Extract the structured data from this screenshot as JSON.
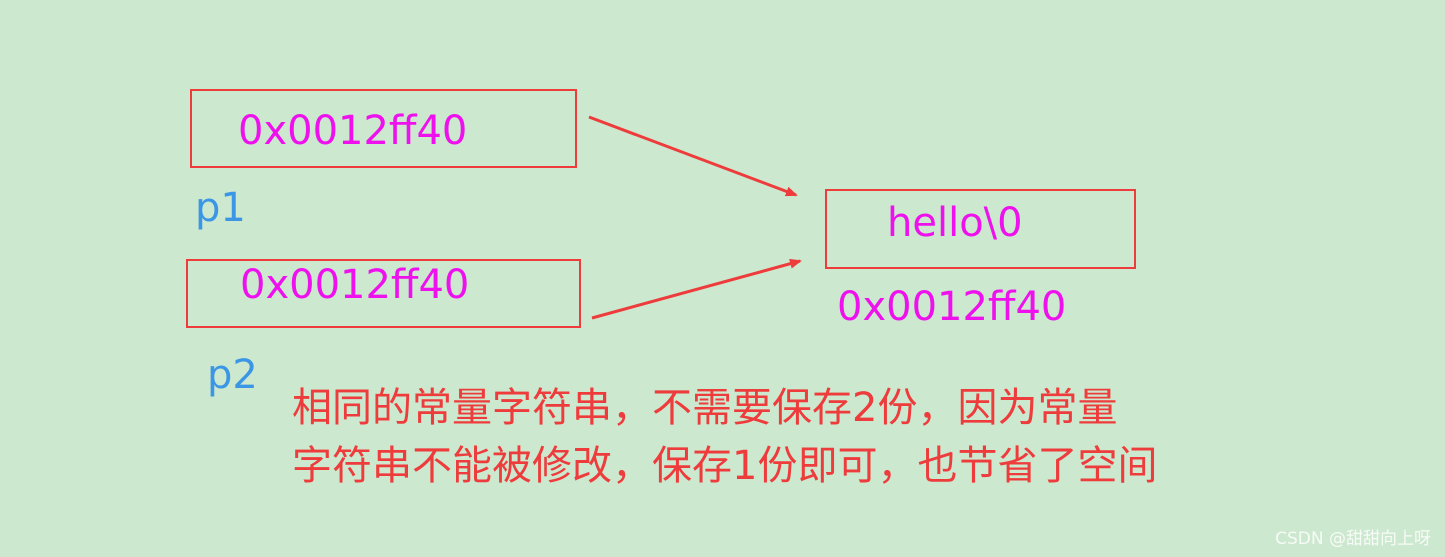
{
  "pointers": [
    {
      "name": "p1",
      "value": "0x0012ff40"
    },
    {
      "name": "p2",
      "value": "0x0012ff40"
    }
  ],
  "target": {
    "content": "hello\\0",
    "address": "0x0012ff40"
  },
  "note": {
    "line1": "相同的常量字符串，不需要保存2份，因为常量",
    "line2": "字符串不能被修改，保存1份即可，也节省了空间"
  },
  "watermark": "CSDN @甜甜向上呀",
  "colors": {
    "background": "#cce8cf",
    "box_border": "#ee3b3b",
    "memory_text": "#ee11ee",
    "label_text": "#3c96e6",
    "arrow": "#ee3b3b",
    "note_text": "#ee3b3b"
  }
}
